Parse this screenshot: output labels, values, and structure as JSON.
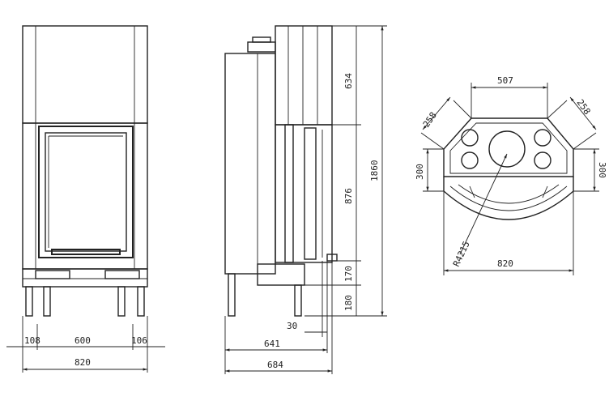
{
  "front_view": {
    "dim_left_gap": "108",
    "dim_inner_width": "600",
    "dim_right_gap": "106",
    "dim_total_width": "820"
  },
  "side_view": {
    "dim_hood_height": "634",
    "dim_body_height": "876",
    "dim_total_height": "1860",
    "dim_base_height": "170",
    "dim_leg_height": "180",
    "dim_offset": "30",
    "dim_depth_inner": "641",
    "dim_depth_total": "684"
  },
  "plan_view": {
    "dim_top_width": "507",
    "dim_left_angle": "258",
    "dim_right_angle": "258",
    "dim_left_side": "300",
    "dim_right_side": "300",
    "dim_radius": "R4215",
    "dim_total_width": "820"
  }
}
